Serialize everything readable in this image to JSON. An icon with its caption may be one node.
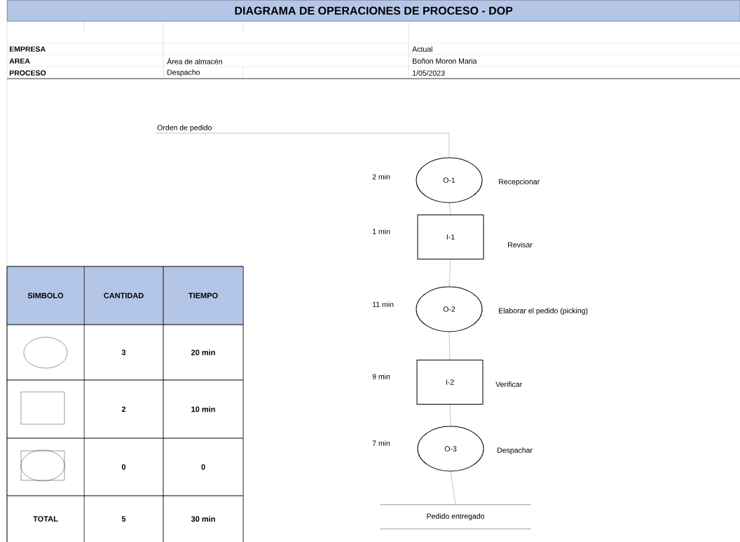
{
  "diagram": {
    "title": "DIAGRAMA DE OPERACIONES DE PROCESO - DOP",
    "nodes": [
      {
        "text": [
          "Orden de pedido"
        ]
      },
      {
        "text": [
          "O-1"
        ],
        "beside": [
          "2 min",
          "Recepcionar"
        ]
      },
      {
        "text": [
          "I-1"
        ],
        "beside": [
          "1 min",
          "Revisar"
        ]
      },
      {
        "text": [
          "O-2"
        ],
        "beside": [
          "11 min",
          "Elaborar el pedido (picking)"
        ]
      },
      {
        "text": [
          "I-2"
        ],
        "beside": [
          "9 min",
          "Verificar"
        ]
      },
      {
        "text": [
          "O-3"
        ],
        "beside": [
          "7 min",
          "Despachar"
        ]
      },
      {
        "text": [
          "Pedido entregado"
        ]
      }
    ],
    "edges": [
      {
        "from": 0,
        "to": 1,
        "arrow": "none"
      },
      {
        "from": 1,
        "to": 2,
        "arrow": "none"
      },
      {
        "from": 2,
        "to": 3,
        "arrow": "none"
      },
      {
        "from": 3,
        "to": 4,
        "arrow": "none"
      },
      {
        "from": 4,
        "to": 5,
        "arrow": "none"
      },
      {
        "from": 5,
        "to": 6,
        "arrow": "none"
      }
    ],
    "labels": [
      "EMPRESA",
      "Actual",
      "AREA",
      "Área de almacén",
      "Boñon Moron Maria",
      "PROCESO",
      "Despacho",
      "1/05/2023",
      "SIMBOLO",
      "CANTIDAD",
      "TIEMPO",
      "3",
      "20 min",
      "2",
      "10 min",
      "0",
      "0",
      "TOTAL",
      "5",
      "30 min"
    ]
  }
}
